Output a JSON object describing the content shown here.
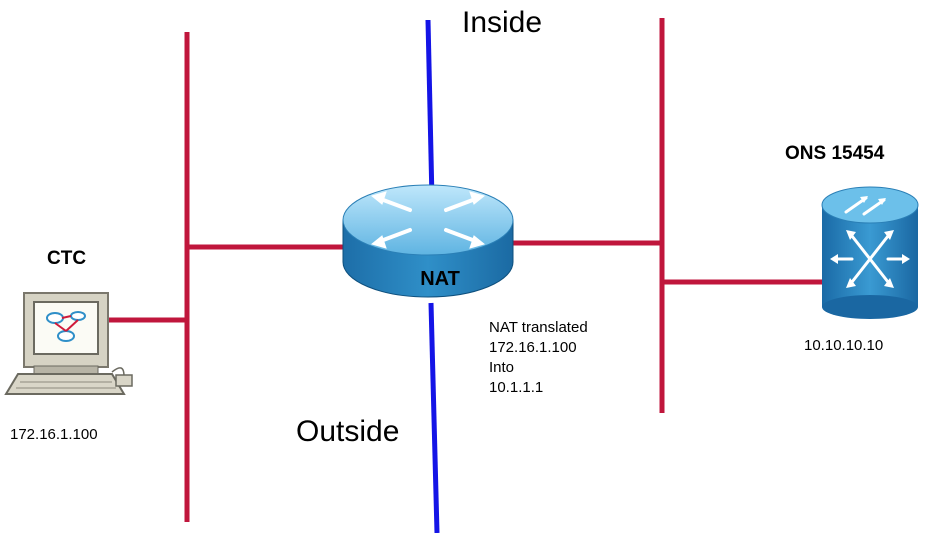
{
  "colors": {
    "segment": "#c0163c",
    "boundary": "#1414e6",
    "device_blue": "#2f8fc8",
    "device_blue_light": "#8fd0f0"
  },
  "zones": {
    "inside": "Inside",
    "outside": "Outside"
  },
  "devices": {
    "ctc": {
      "name": "CTC",
      "ip": "172.16.1.100",
      "icon": "workstation-icon"
    },
    "router": {
      "name": "NAT",
      "icon": "router-icon"
    },
    "ons": {
      "name": "ONS 15454",
      "ip": "10.10.10.10",
      "icon": "optical-switch-icon"
    }
  },
  "nat_note": [
    "NAT translated",
    "172.16.1.100",
    "Into",
    "10.1.1.1"
  ]
}
